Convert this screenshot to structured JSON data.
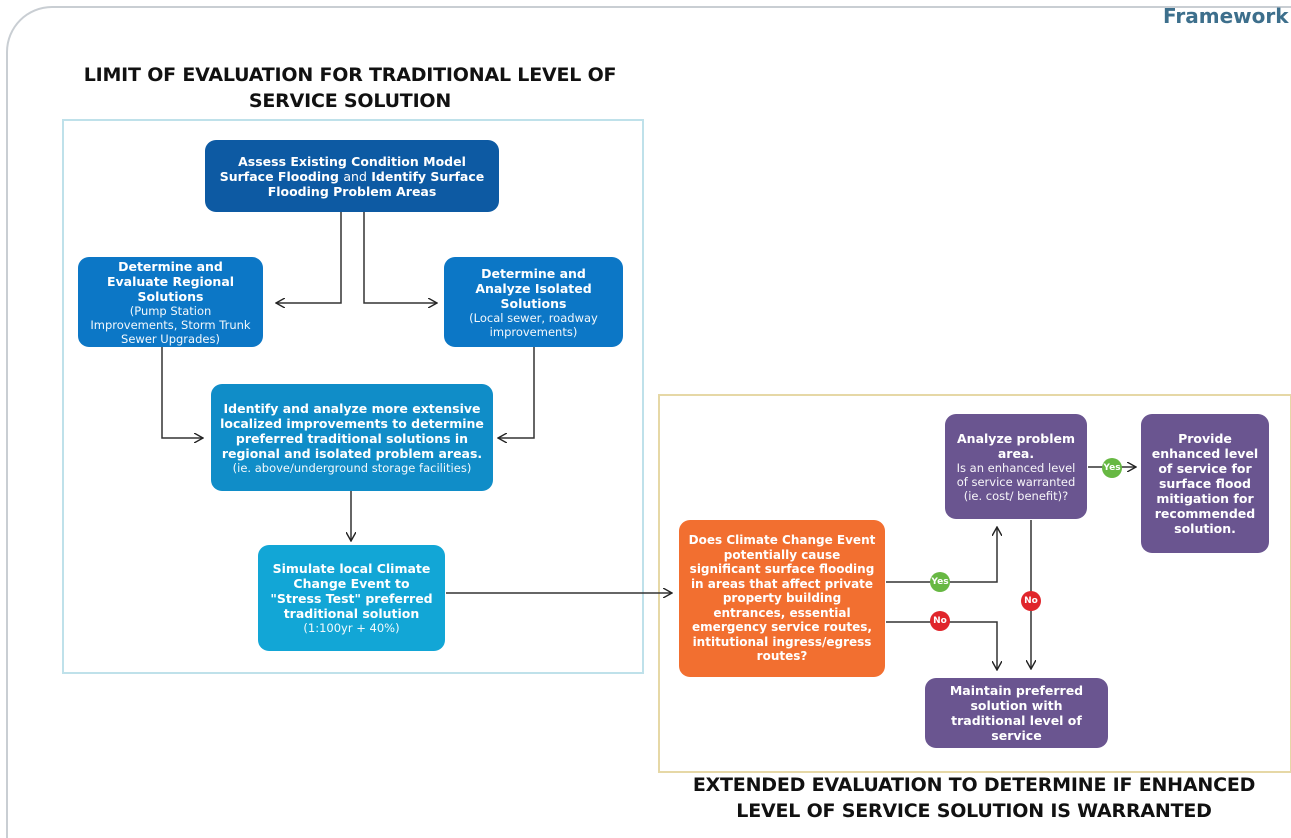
{
  "corner_title": "Framework",
  "left_heading": "LIMIT OF EVALUATION FOR TRADITIONAL LEVEL OF SERVICE SOLUTION",
  "right_heading": "EXTENDED EVALUATION TO DETERMINE IF ENHANCED LEVEL OF SERVICE SOLUTION IS WARRANTED",
  "boxes": {
    "assess": {
      "part1": "Assess Existing Condition Model Surface Flooding",
      "joiner": "and",
      "part2": "Identify Surface Flooding Problem Areas"
    },
    "regional": {
      "title": "Determine and Evaluate Regional Solutions",
      "sub": "(Pump Station Improvements, Storm Trunk Sewer Upgrades)"
    },
    "isolated": {
      "title": "Determine and Analyze Isolated Solutions",
      "sub": "(Local sewer, roadway improvements)"
    },
    "localized": {
      "title": "Identify and analyze more extensive localized improvements to determine preferred traditional solutions in regional and isolated problem areas.",
      "sub": "(ie. above/underground storage facilities)"
    },
    "simulate": {
      "title": "Simulate local Climate Change Event to \"Stress Test\" preferred traditional solution",
      "sub": "(1:100yr + 40%)"
    },
    "climate_question": {
      "title": "Does Climate Change Event potentially cause significant surface flooding in areas that affect private property building entrances, essential emergency service routes, intitutional ingress/egress routes?"
    },
    "analyze": {
      "title": "Analyze problem area.",
      "sub": "Is an enhanced level of service warranted (ie. cost/ benefit)?"
    },
    "provide": {
      "title": "Provide enhanced level of service for surface flood mitigation for recommended solution."
    },
    "maintain": {
      "title": "Maintain preferred solution with traditional level of service"
    }
  },
  "badges": {
    "yes_climate": "Yes",
    "no_climate": "No",
    "yes_analyze": "Yes",
    "no_analyze": "No"
  },
  "colors": {
    "dark_blue": "#0d5aa3",
    "mid_blue": "#0c77c6",
    "cyan_blue": "#12a6d6",
    "orange": "#f26f30",
    "purple": "#6a5590",
    "yes_green": "#67b843",
    "no_red": "#e0262c"
  }
}
